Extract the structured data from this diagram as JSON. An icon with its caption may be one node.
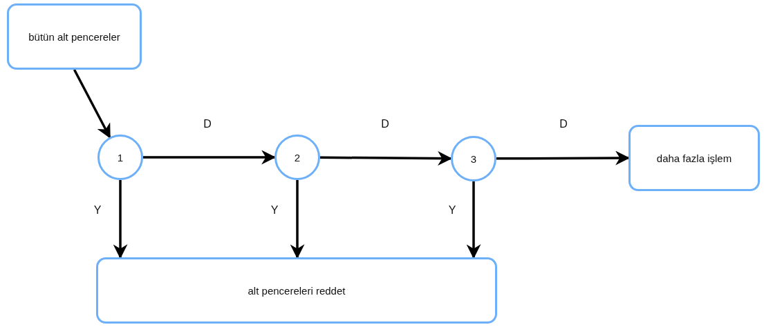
{
  "diagram": {
    "nodes": [
      {
        "text": [
          "bütün alt pencereler"
        ]
      },
      {
        "text": [
          "1"
        ]
      },
      {
        "text": [
          "2"
        ]
      },
      {
        "text": [
          "3"
        ]
      },
      {
        "text": [
          "daha fazla işlem"
        ]
      },
      {
        "text": [
          "alt pencereleri reddet"
        ]
      }
    ],
    "edges": [
      {
        "from": 0,
        "to": 1,
        "arrow": "to"
      },
      {
        "from": 1,
        "to": 2,
        "arrow": "to",
        "label": "D"
      },
      {
        "from": 2,
        "to": 3,
        "arrow": "to",
        "label": "D"
      },
      {
        "from": 3,
        "to": 4,
        "arrow": "to",
        "label": "D"
      },
      {
        "from": 1,
        "to": 5,
        "arrow": "to",
        "label": "Y"
      },
      {
        "from": 2,
        "to": 5,
        "arrow": "to",
        "label": "Y"
      },
      {
        "from": 3,
        "to": 5,
        "arrow": "to",
        "label": "Y"
      }
    ]
  }
}
